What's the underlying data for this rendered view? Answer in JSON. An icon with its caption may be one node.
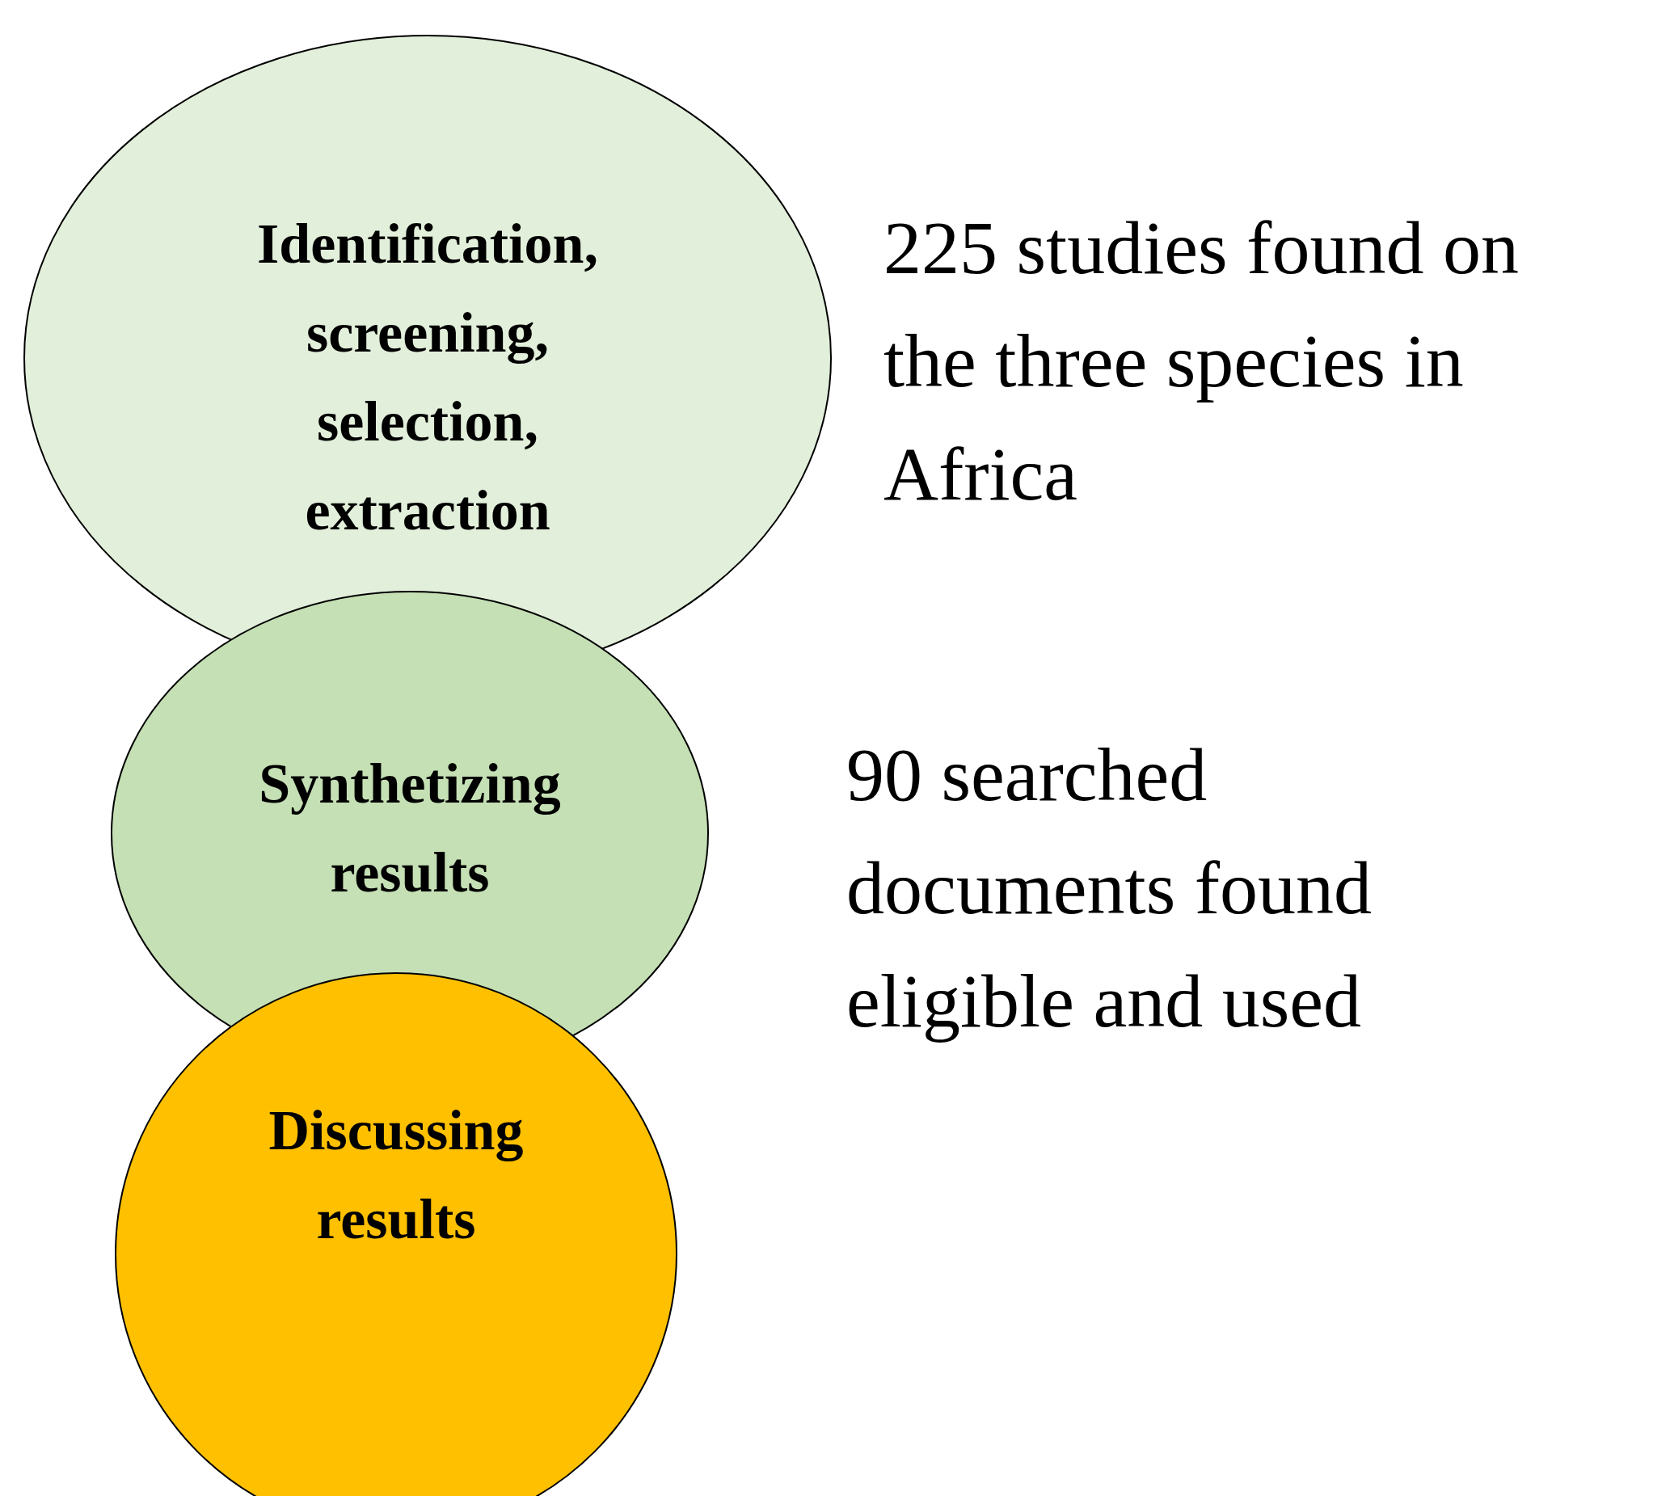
{
  "diagram": {
    "nodes": [
      {
        "text": [
          "Identification, screening, selection, extraction"
        ]
      },
      {
        "text": [
          "Synthetizing results"
        ]
      },
      {
        "text": [
          "Discussing results"
        ]
      }
    ],
    "labels": [
      "225 studies found on the three species in Africa",
      "90 searched documents found eligible and used"
    ]
  }
}
